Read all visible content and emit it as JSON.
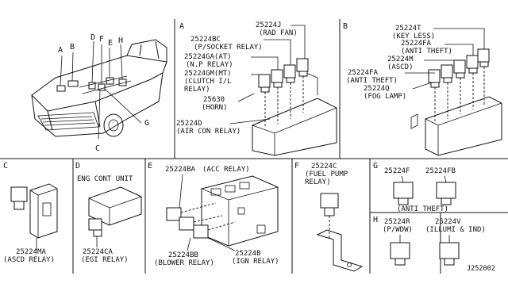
{
  "overview": {
    "callouts": [
      "A",
      "B",
      "C",
      "D",
      "E",
      "F",
      "G",
      "H"
    ]
  },
  "panel_a": {
    "tag": "A",
    "parts": [
      {
        "num": "25224J",
        "desc": "(RAD FAN)"
      },
      {
        "num": "25224BC",
        "desc": "(P/SOCKET RELAY)"
      },
      {
        "num": "25224GA(AT)",
        "desc": "(N.P RELAY)"
      },
      {
        "num": "25224GM(MT)",
        "desc": "(CLUTCH I/L",
        "desc2": "RELAY)"
      },
      {
        "num": "25630",
        "desc": "(HORN)"
      },
      {
        "num": "25224D",
        "desc": "(AIR CON RELAY)"
      }
    ]
  },
  "panel_b": {
    "tag": "B",
    "parts": [
      {
        "num": "25224T",
        "desc": "(KEY LESS)"
      },
      {
        "num": "25224FA",
        "desc": "(ANTI THEFT)"
      },
      {
        "num": "25224M",
        "desc": "(ASCD)"
      },
      {
        "num": "25224FA",
        "desc": "(ANTI THEFT)"
      },
      {
        "num": "25224Q",
        "desc": "(FOG LAMP)"
      }
    ]
  },
  "panel_c": {
    "tag": "C",
    "num": "25224MA",
    "desc": "(ASCD RELAY)"
  },
  "panel_d": {
    "tag": "D",
    "unit": "ENG CONT UNIT",
    "num": "25224CA",
    "desc": "(EGI RELAY)"
  },
  "panel_e": {
    "tag": "E",
    "top": {
      "num": "25224BA",
      "desc": "(ACC RELAY)"
    },
    "left": {
      "num": "25224BB",
      "desc": "(BLOWER RELAY)"
    },
    "right": {
      "num": "25224B",
      "desc": "(IGN RELAY)"
    }
  },
  "panel_f": {
    "tag": "F",
    "num": "25224C",
    "desc": "(FUEL PUMP",
    "desc2": "RELAY)"
  },
  "panel_g": {
    "tag": "G",
    "left_num": "25224F",
    "right_num": "25224FB",
    "desc": "(ANTI THEFT)"
  },
  "panel_h": {
    "tag": "H",
    "left": {
      "num": "25224R",
      "desc": "(P/WDW)"
    },
    "right": {
      "num": "25224V",
      "desc": "(ILLUMI & IND)"
    },
    "code": "J252002"
  }
}
